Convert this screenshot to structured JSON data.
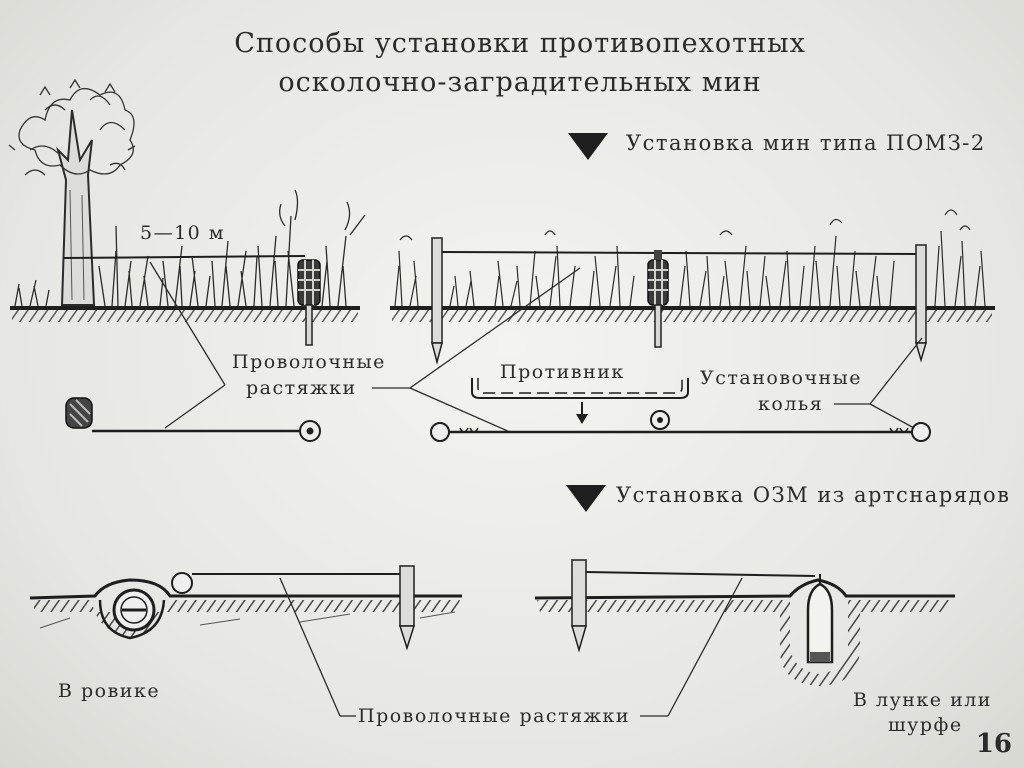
{
  "title": {
    "line1": "Способы установки противопехотных",
    "line2": "осколочно-заградительных мин"
  },
  "section_pomz": {
    "heading": "Установка мин типа ПОМЗ-2",
    "distance_label": "5—10 м",
    "wire_label_line1": "Проволочные",
    "wire_label_line2": "растяжки",
    "enemy_label": "Противник",
    "stakes_label_line1": "Установочные",
    "stakes_label_line2": "колья"
  },
  "section_ozm": {
    "heading": "Установка ОЗМ из артснарядов",
    "ditch_label": "В ровике",
    "wire_label": "Проволочные растяжки",
    "pit_label_line1": "В лунке или",
    "pit_label_line2": "шурфе"
  },
  "page_number": "16",
  "colors": {
    "ink": "#2b2b2b",
    "background": "#efefec"
  },
  "icons": {
    "section_marker": "triangle-down-icon"
  }
}
